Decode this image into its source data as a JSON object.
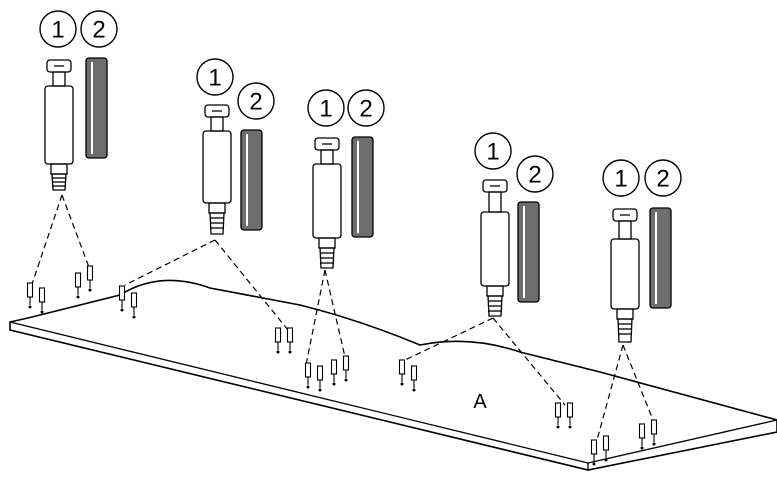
{
  "diagram": {
    "panel_label": "A",
    "callouts": {
      "cam_bolt": "1",
      "dowel": "2"
    },
    "colors": {
      "ink": "#000000",
      "dowel_fill": "#6e6e6e",
      "background": "#ffffff"
    },
    "icons": [
      "cam-bolt-icon",
      "wood-dowel-icon",
      "small-hole-pin-icon"
    ]
  }
}
